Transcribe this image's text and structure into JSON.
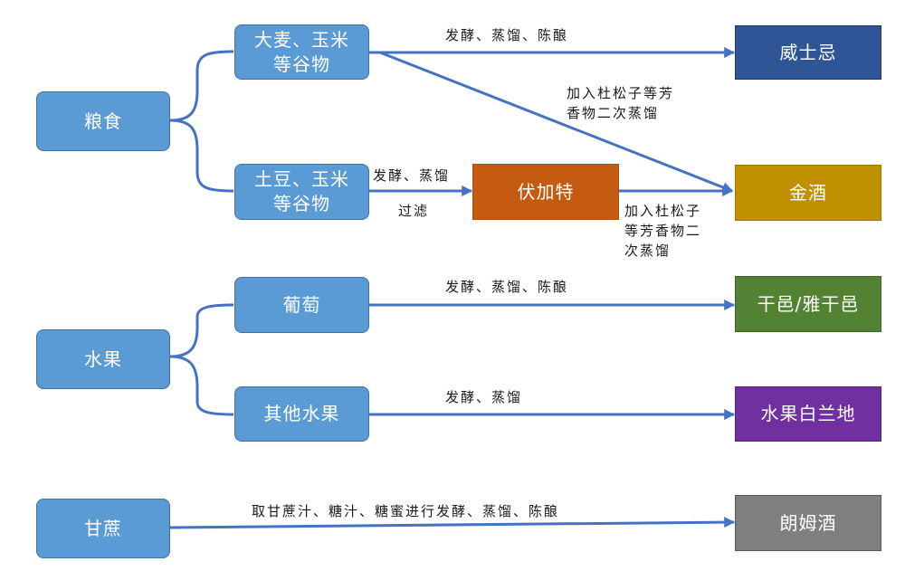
{
  "nodes": {
    "grain": "粮食",
    "barley_corn_grain": "大麦、玉米等谷物",
    "potato_corn_grain": "土豆、玉米等谷物",
    "fruit": "水果",
    "grape": "葡萄",
    "other_fruit": "其他水果",
    "sugarcane": "甘蔗",
    "vodka": "伏加特",
    "whisky": "威士忌",
    "gin": "金酒",
    "brandy": "干邑/雅干邑",
    "fruit_brandy": "水果白兰地",
    "rum": "朗姆酒"
  },
  "edge_labels": {
    "whisky_process": "发酵、蒸馏、陈酿",
    "gin_from_grain": [
      "加入杜松子等芳",
      "香物二次蒸馏"
    ],
    "vodka_process_top": "发酵、蒸馏",
    "vodka_process_bottom": "过滤",
    "gin_from_vodka": [
      "加入杜松子",
      "等芳香物二",
      "次蒸馏"
    ],
    "brandy_process": "发酵、蒸馏、陈酿",
    "fruit_brandy_process": "发酵、蒸馏",
    "rum_process": "取甘蔗汁、糖汁、糖蜜进行发酵、蒸馏、陈酿"
  },
  "colors": {
    "source_fill": "#5b9bd5",
    "connector": "#4472c4",
    "vodka": "#c55a11",
    "whisky": "#2f5597",
    "gin": "#bf9000",
    "brandy": "#548235",
    "fruit_brandy": "#7030a0",
    "rum": "#7f7f7f"
  }
}
